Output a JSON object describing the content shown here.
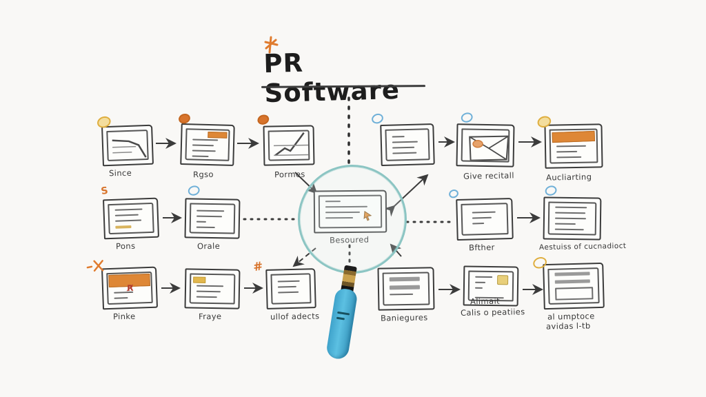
{
  "title": {
    "text": "PR Software",
    "accent_icon": "orange-asterisk"
  },
  "colors": {
    "ink": "#3b3b3b",
    "accent_orange": "#d8742c",
    "accent_yellow": "#e3b84e",
    "accent_blue": "#6fb0d8",
    "lens_rim": "#8cc5c3",
    "handle_blue": "#45aed6",
    "background": "#f9f8f6"
  },
  "nodes": [
    {
      "id": "top-1",
      "label": "Since",
      "badge": "yellow-oval",
      "content": "line-chart-down"
    },
    {
      "id": "top-2",
      "label": "Rgso",
      "badge": "orange-oval",
      "content": "text-lines-orange-tab"
    },
    {
      "id": "top-3",
      "label": "Pormes",
      "badge": "orange-oval",
      "content": "line-chart-up"
    },
    {
      "id": "top-4",
      "label": "",
      "badge": "blue-oval",
      "content": "text-lines"
    },
    {
      "id": "top-5",
      "label": "Give recitall",
      "badge": "blue-oval",
      "content": "envelope"
    },
    {
      "id": "top-6",
      "label": "Aucliarting",
      "badge": "yellow-oval",
      "content": "orange-header-lines"
    },
    {
      "id": "mid-1",
      "label": "Pons",
      "badge": "orange-s",
      "content": "text-lines-highlight"
    },
    {
      "id": "mid-2",
      "label": "Orale",
      "badge": "blue-oval",
      "content": "text-lines"
    },
    {
      "id": "center",
      "label": "Besoured",
      "badge": "cursor",
      "content": "text-lines-cursor"
    },
    {
      "id": "mid-3",
      "label": "Bfther",
      "badge": "blue-oval",
      "content": "text-lines"
    },
    {
      "id": "mid-4",
      "label": "Aestuiss of cucnadioct",
      "badge": "blue-oval",
      "content": "list-rows"
    },
    {
      "id": "bot-1",
      "label": "Pinke",
      "badge": "orange-x",
      "content": "big-orange-header"
    },
    {
      "id": "bot-2",
      "label": "Fraye",
      "badge": "yellow-tag",
      "content": "text-lines"
    },
    {
      "id": "bot-3",
      "label": "ullof adects",
      "badge": "orange-hash",
      "content": "text-lines"
    },
    {
      "id": "bot-4",
      "label": "Baniegures",
      "badge": "",
      "content": "stacked-bars"
    },
    {
      "id": "bot-5",
      "label": "Alimait",
      "sublabel": "Calis o peatiies",
      "badge": "yellow-cube",
      "content": "text-lines-icon"
    },
    {
      "id": "bot-6",
      "label": "al umptoce",
      "sublabel": "avidas l-tb",
      "badge": "yellow-oval",
      "content": "header-rows"
    }
  ],
  "magnifier": {
    "lens": "teal-circle",
    "handle": "blue-handle"
  }
}
